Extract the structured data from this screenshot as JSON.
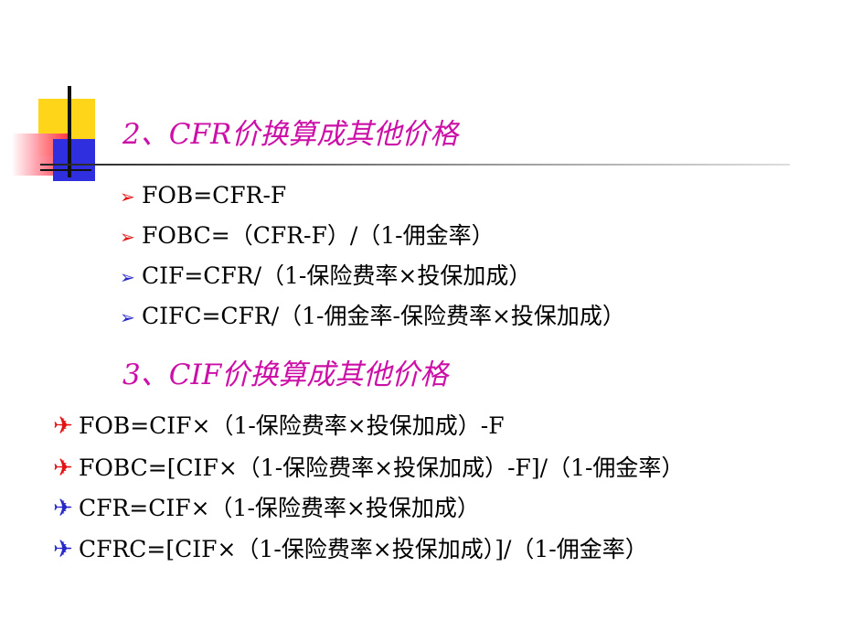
{
  "section2": {
    "heading": "2、CFR价换算成其他价格",
    "items": [
      {
        "marker": "➢",
        "text": "FOB=CFR-F"
      },
      {
        "marker": "➢",
        "text": "FOBC=（CFR-F）/（1-佣金率）"
      },
      {
        "marker": "➢",
        "text": "CIF=CFR/（1-保险费率×投保加成）"
      },
      {
        "marker": "➢",
        "text": "CIFC=CFR/（1-佣金率-保险费率×投保加成）"
      }
    ]
  },
  "section3": {
    "heading": "3、CIF价换算成其他价格",
    "items": [
      {
        "marker": "✈",
        "text": "FOB=CIF×（1-保险费率×投保加成）-F"
      },
      {
        "marker": "✈",
        "text": "FOBC=[CIF×（1-保险费率×投保加成）-F]/（1-佣金率）"
      },
      {
        "marker": "✈",
        "text": "CFR=CIF×（1-保险费率×投保加成）"
      },
      {
        "marker": "✈",
        "text": "CFRC=[CIF×（1-保险费率×投保加成）]/（1-佣金率）"
      }
    ]
  },
  "colors": {
    "heading": "#cc0fa7",
    "marker_red": "#e11313",
    "marker_blue": "#2727c8"
  }
}
